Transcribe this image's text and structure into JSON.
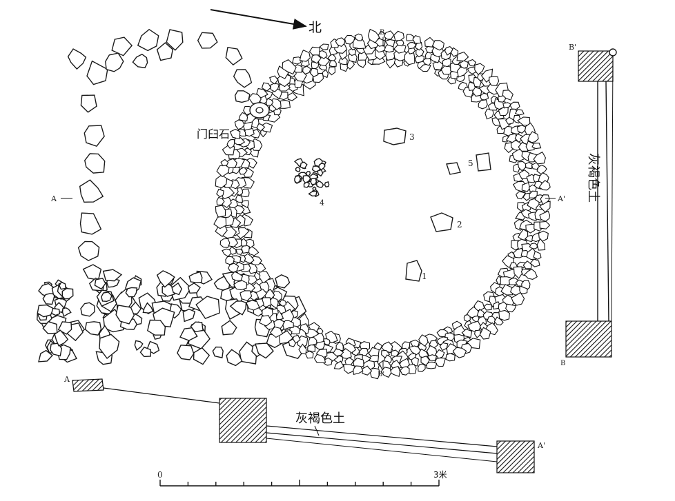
{
  "labels": {
    "north": "北",
    "mortar_stone": "门臼石",
    "soil_side": "灰褐色土",
    "soil_bottom": "灰褐色土"
  },
  "section_marks": {
    "a": "A",
    "a_prime": "A'",
    "b": "B",
    "b_prime": "B'"
  },
  "feature_numbers": [
    "1",
    "2",
    "3",
    "4",
    "5"
  ],
  "scale": {
    "start": "0",
    "end": "3米"
  },
  "colors": {
    "ink": "#111111",
    "paper": "#ffffff"
  }
}
